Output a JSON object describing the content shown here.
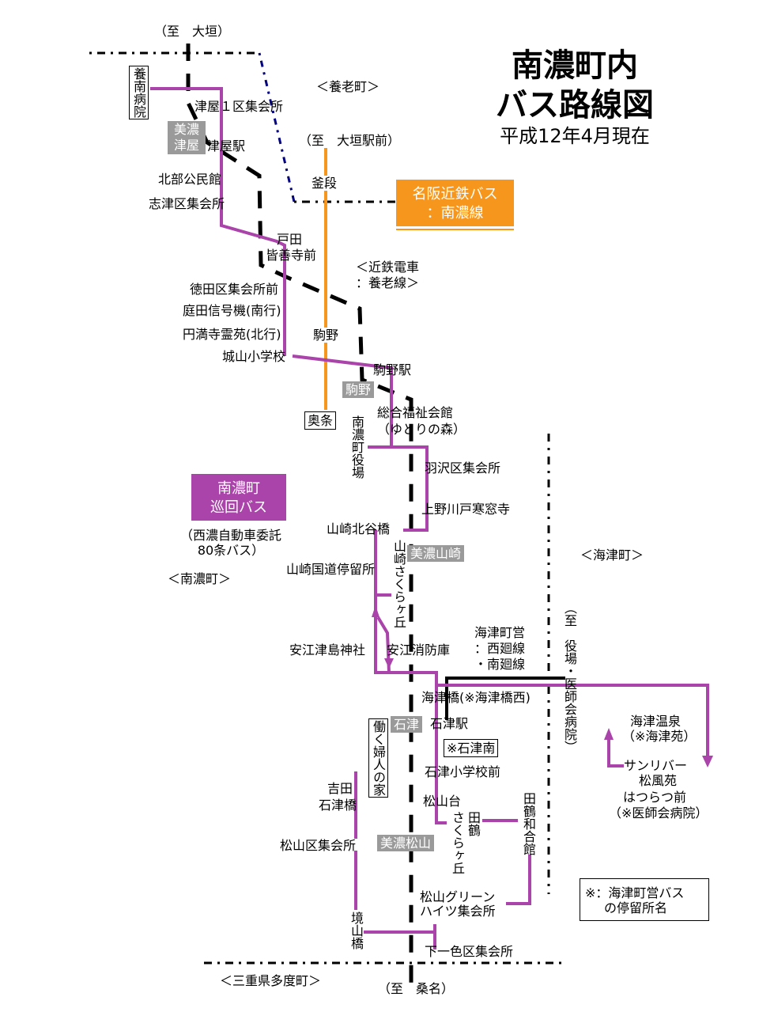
{
  "title": {
    "line1": "南濃町内",
    "line2": "バス路線図",
    "subtitle": "平成12年4月現在"
  },
  "colors": {
    "junkai_bus": "#aa44aa",
    "meihan_bus": "#f7961c",
    "railway": "#000000",
    "station_badge": "#9a9a9a",
    "border_line": "#000080"
  },
  "directions": {
    "to_ogaki": "（至　大垣）",
    "to_ogaki_station": "（至　大垣駅前）",
    "to_kuwana": "（至　桑名）",
    "to_yakuba": "（至　役場・医師会病院）"
  },
  "towns": {
    "yoro": "＜養老町＞",
    "nanno": "＜南濃町＞",
    "kaizu": "＜海津町＞",
    "tado": "＜三重県多度町＞"
  },
  "legend": {
    "meihan": {
      "line1": "名阪近鉄バス",
      "line2": "：南濃線"
    },
    "kintetsu": {
      "line1": "＜近鉄電車",
      "line2": "：養老線＞"
    },
    "junkai": {
      "line1": "南濃町",
      "line2": "巡回バス",
      "note1": "（西濃自動車委託",
      "note2": "80条バス）"
    },
    "kaizu_bus": {
      "line1": "海津町営",
      "line2": "：西廻線",
      "line3": "・南廻線"
    },
    "asterisk_note": {
      "line1": "※：海津町営バス",
      "line2": "の停留所名"
    }
  },
  "stations": {
    "mino_tsuya": "美濃津屋",
    "komano": "駒野",
    "mino_yamazaki": "美濃山崎",
    "ishizu": "石津",
    "mino_matsuyama": "美濃松山"
  },
  "stops": {
    "younan_hospital": "養南病院",
    "tsuya1": "津屋１区集会所",
    "tsuya_eki": "津屋駅",
    "hokubu": "北部公民館",
    "shizu": "志津区集会所",
    "toda": "戸田",
    "kaizenji": "皆善寺前",
    "tokuda": "徳田区集会所前",
    "niwata": "庭田信号機(南行)",
    "emmanji": "円満寺霊苑(北行)",
    "shiroyama": "城山小学校",
    "komano_eki": "駒野駅",
    "fukushi": "総合福祉会館",
    "yutori": "（ゆとりの森）",
    "yakuba": "南濃町役場",
    "hanezawa": "羽沢区集会所",
    "kaminogawado": "上野川戸寒窓寺",
    "yamazaki_kitadani": "山崎北谷橋",
    "yamazaki_sakura": "山崎さくらヶ丘",
    "yamazaki_kokudo": "山崎国道停留所",
    "yasue_tsushima": "安江津島神社",
    "yasue_shobo": "安江消防庫",
    "kaizu_bashi": "海津橋(※海津橋西)",
    "ishizu_eki": "石津駅",
    "ishizu_minami": "※石津南",
    "hataraku": "働く婦人の家",
    "ishizu_sho": "石津小学校前",
    "yoshida": "吉田",
    "ishizu_bashi": "石津橋",
    "matsuyamadai": "松山台",
    "sakuragaoka": "さくらヶ丘",
    "tazuru": "田鶴",
    "tazuru_wago": "田鶴和合館",
    "matsuyama_ku": "松山区集会所",
    "green1": "松山グリーン",
    "green2": "ハイツ集会所",
    "sakaiyama": "境山橋",
    "shimoisshiki": "下一色区集会所",
    "kamadan": "釜段",
    "okujo": "奥条",
    "komano_bus": "駒野",
    "onsen1": "海津温泉",
    "onsen2": "（※海津苑）",
    "sunriver": "サンリバー",
    "shofuen": "松風苑",
    "hatsuratsu": "はつらつ前",
    "ishikai": "（※医師会病院）"
  }
}
